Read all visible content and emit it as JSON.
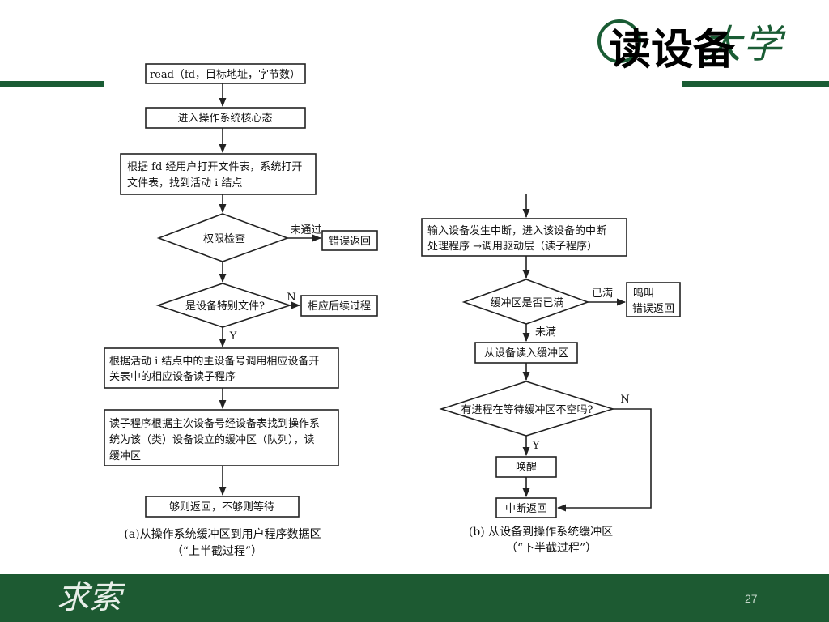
{
  "slide": {
    "title": "读设备",
    "logo_text": "大学",
    "footer_mark": "求索",
    "page_number": "27",
    "colors": {
      "brand_green": "#1a5c34",
      "footer_green": "#1d5a32"
    }
  },
  "diagram_a": {
    "nodes": {
      "read_call": "read（fd，目标地址，字节数）",
      "enter_kernel": "进入操作系统核心态",
      "find_inode_line1": "根据 fd 经用户打开文件表，系统打开",
      "find_inode_line2": "文件表，找到活动 i 结点",
      "permission_check": "权限检查",
      "not_passed_label": "未通过",
      "error_return": "错误返回",
      "is_device_file": "是设备特别文件?",
      "n_label": "N",
      "followup_process": "相应后续过程",
      "y_label": "Y",
      "call_driver_line1": "根据活动 i 结点中的主设备号调用相应设备开",
      "call_driver_line2": "关表中的相应设备读子程序",
      "read_sub_line1": "读子程序根据主次设备号经设备表找到操作系",
      "read_sub_line2": "统为该（类）设备设立的缓冲区（队列），读",
      "read_sub_line3": "缓冲区",
      "enough_return": "够则返回，不够则等待"
    },
    "caption_line1": "(a)从操作系统缓冲区到用户程序数据区",
    "caption_line2": "（“上半截过程”）"
  },
  "diagram_b": {
    "nodes": {
      "interrupt_line1": "输入设备发生中断，进入该设备的中断",
      "interrupt_line2": "处理程序 →调用驱动层（读子程序）",
      "buffer_full": "缓冲区是否已满",
      "full_label": "已满",
      "beep_error_line1": "鸣叫",
      "beep_error_line2": "错误返回",
      "not_full_label": "未满",
      "read_into_buffer": "从设备读入缓冲区",
      "waiting_process": "有进程在等待缓冲区不空吗?",
      "n_label": "N",
      "y_label": "Y",
      "wake_up": "唤醒",
      "interrupt_return": "中断返回"
    },
    "caption_line1": "(b) 从设备到操作系统缓冲区",
    "caption_line2": "（“下半截过程”）"
  }
}
